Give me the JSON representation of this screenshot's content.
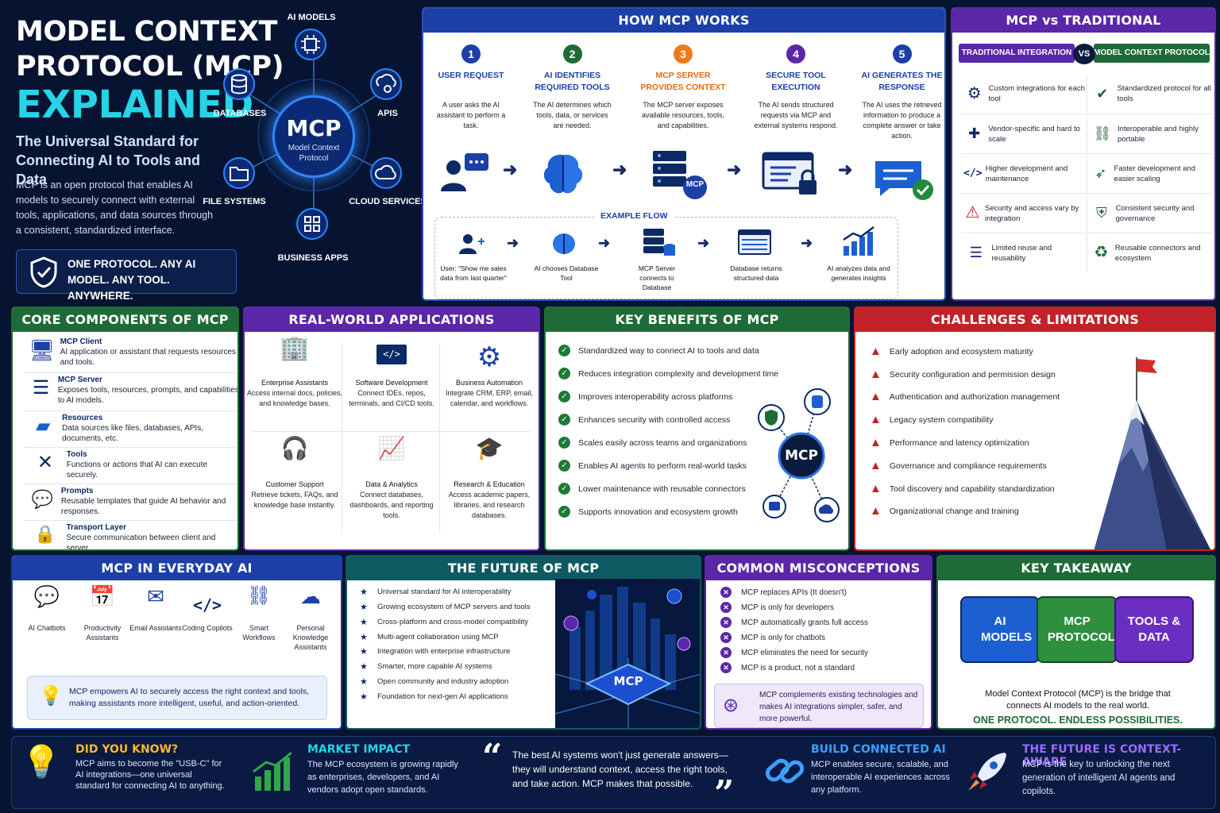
{
  "hero": {
    "title_line1": "MODEL CONTEXT",
    "title_line2": "PROTOCOL (MCP)",
    "title_line3": "EXPLAINED",
    "subtitle": "The Universal Standard for Connecting AI to Tools and Data",
    "description": "MCP is an open protocol that enables AI models to securely connect with external tools, applications, and data sources through a consistent, standardized interface.",
    "badge": "ONE PROTOCOL. ANY AI MODEL. ANY TOOL. ANYWHERE.",
    "hub_title": "MCP",
    "hub_sub": "Model Context Protocol",
    "nodes": {
      "ai_models": "AI MODELS",
      "databases": "DATABASES",
      "apis": "APIS",
      "file_systems": "FILE SYSTEMS",
      "cloud": "CLOUD SERVICES",
      "business": "BUSINESS APPS"
    }
  },
  "how": {
    "title": "HOW MCP WORKS",
    "steps": [
      {
        "num": "1",
        "title": "USER REQUEST",
        "desc": "A user asks the AI assistant to perform a task."
      },
      {
        "num": "2",
        "title": "AI IDENTIFIES REQUIRED TOOLS",
        "desc": "The AI determines which tools, data, or services are needed."
      },
      {
        "num": "3",
        "title": "MCP SERVER PROVIDES CONTEXT",
        "desc": "The MCP server exposes available resources, tools, and capabilities."
      },
      {
        "num": "4",
        "title": "SECURE TOOL EXECUTION",
        "desc": "The AI sends structured requests via MCP and external systems respond."
      },
      {
        "num": "5",
        "title": "AI GENERATES THE RESPONSE",
        "desc": "The AI uses the retrieved information to produce a complete answer or take action."
      }
    ],
    "mcp_chip": "MCP",
    "example_title": "EXAMPLE FLOW",
    "flow": [
      "User: \"Show me sales data from last quarter\"",
      "AI chooses Database Tool",
      "MCP Server connects to Database",
      "Database returns structured data",
      "AI analyzes data and generates insights"
    ]
  },
  "vs": {
    "title": "MCP vs TRADITIONAL INTEGRATIONS",
    "left_head": "TRADITIONAL INTEGRATION",
    "vs": "VS",
    "right_head": "MODEL CONTEXT PROTOCOL",
    "rows": [
      {
        "left": "Custom integrations for each tool",
        "right": "Standardized protocol for all tools"
      },
      {
        "left": "Vendor-specific and hard to scale",
        "right": "Interoperable and highly portable"
      },
      {
        "left": "Higher development and maintenance",
        "right": "Faster development and easier scaling"
      },
      {
        "left": "Security and access vary by integration",
        "right": "Consistent security and governance"
      },
      {
        "left": "Limited reuse and reusability",
        "right": "Reusable connectors and ecosystem"
      }
    ]
  },
  "core": {
    "title": "CORE COMPONENTS OF MCP",
    "items": [
      {
        "name": "MCP Client",
        "desc": "AI application or assistant that requests resources and tools."
      },
      {
        "name": "MCP Server",
        "desc": "Exposes tools, resources, prompts, and capabilities to AI models."
      },
      {
        "name": "Resources",
        "desc": "Data sources like files, databases, APIs, documents, etc."
      },
      {
        "name": "Tools",
        "desc": "Functions or actions that AI can execute securely."
      },
      {
        "name": "Prompts",
        "desc": "Reusable templates that guide AI behavior and responses."
      },
      {
        "name": "Transport Layer",
        "desc": "Secure communication between client and server."
      }
    ]
  },
  "apps": {
    "title": "REAL-WORLD APPLICATIONS",
    "items": [
      {
        "name": "Enterprise Assistants",
        "desc": "Access internal docs, policies, and knowledge bases."
      },
      {
        "name": "Software Development",
        "desc": "Connect IDEs, repos, terminals, and CI/CD tools."
      },
      {
        "name": "Business Automation",
        "desc": "Integrate CRM, ERP, email, calendar, and workflows."
      },
      {
        "name": "Customer Support",
        "desc": "Retrieve tickets, FAQs, and knowledge base instantly."
      },
      {
        "name": "Data & Analytics",
        "desc": "Connect databases, dashboards, and reporting tools."
      },
      {
        "name": "Research & Education",
        "desc": "Access academic papers, libraries, and research databases."
      }
    ]
  },
  "benefits": {
    "title": "KEY BENEFITS OF MCP",
    "items": [
      "Standardized way to connect AI to tools and data",
      "Reduces integration complexity and development time",
      "Improves interoperability across platforms",
      "Enhances security with controlled access",
      "Scales easily across teams and organizations",
      "Enables AI agents to perform real-world tasks",
      "Lower maintenance with reusable connectors",
      "Supports innovation and ecosystem growth"
    ],
    "hub": "MCP"
  },
  "challenges": {
    "title": "CHALLENGES & LIMITATIONS",
    "items": [
      "Early adoption and ecosystem maturity",
      "Security configuration and permission design",
      "Authentication and authorization management",
      "Legacy system compatibility",
      "Performance and latency optimization",
      "Governance and compliance requirements",
      "Tool discovery and capability standardization",
      "Organizational change and training"
    ]
  },
  "everyday": {
    "title": "MCP IN EVERYDAY AI",
    "items": [
      "AI Chatbots",
      "Productivity Assistants",
      "Email Assistants",
      "Coding Copilots",
      "Smart Workflows",
      "Personal Knowledge Assistants"
    ],
    "note": "MCP empowers AI to securely access the right context and tools, making assistants more intelligent, useful, and action-oriented."
  },
  "future": {
    "title": "THE FUTURE OF MCP",
    "items": [
      "Universal standard for AI interoperability",
      "Growing ecosystem of MCP servers and tools",
      "Cross-platform and cross-model compatibility",
      "Multi-agent collaboration using MCP",
      "Integration with enterprise infrastructure",
      "Smarter, more capable AI systems",
      "Open community and industry adoption",
      "Foundation for next-gen AI applications"
    ],
    "chip": "MCP"
  },
  "misc": {
    "title": "COMMON MISCONCEPTIONS",
    "items": [
      "MCP replaces APIs (It doesn't)",
      "MCP is only for developers",
      "MCP automatically grants full access",
      "MCP is only for chatbots",
      "MCP eliminates the need for security",
      "MCP is a product, not a standard"
    ],
    "note": "MCP complements existing technologies and makes AI integrations simpler, safer, and more powerful."
  },
  "takeaway": {
    "title": "KEY TAKEAWAY",
    "p1": "AI MODELS",
    "p2": "MCP PROTOCOL",
    "p3": "TOOLS & DATA",
    "text": "Model Context Protocol (MCP) is the bridge that connects AI models to the real world.",
    "tagline": "ONE PROTOCOL. ENDLESS POSSIBILITIES."
  },
  "footer": {
    "dyk_title": "DID YOU KNOW?",
    "dyk_text": "MCP aims to become the \"USB-C\" for AI integrations—one universal standard for connecting AI to anything.",
    "market_title": "MARKET IMPACT",
    "market_text": "The MCP ecosystem is growing rapidly as enterprises, developers, and AI vendors adopt open standards.",
    "quote": "The best AI systems won't just generate answers—they will understand context, access the right tools, and take action. MCP makes that possible.",
    "build_title": "BUILD CONNECTED AI",
    "build_text": "MCP enables secure, scalable, and interoperable AI experiences across any platform.",
    "future_title": "THE FUTURE IS CONTEXT-AWARE",
    "future_text": "MCP is the key to unlocking the next generation of intelligent AI agents and copilots."
  },
  "colors": {
    "navy": "#071431",
    "blue": "#1c3fa8",
    "purple": "#5a27a8",
    "green": "#1f6b38",
    "red": "#c1222a",
    "teal": "#0e5a63",
    "cyan": "#27d3e6",
    "gold": "#f5b82e"
  }
}
